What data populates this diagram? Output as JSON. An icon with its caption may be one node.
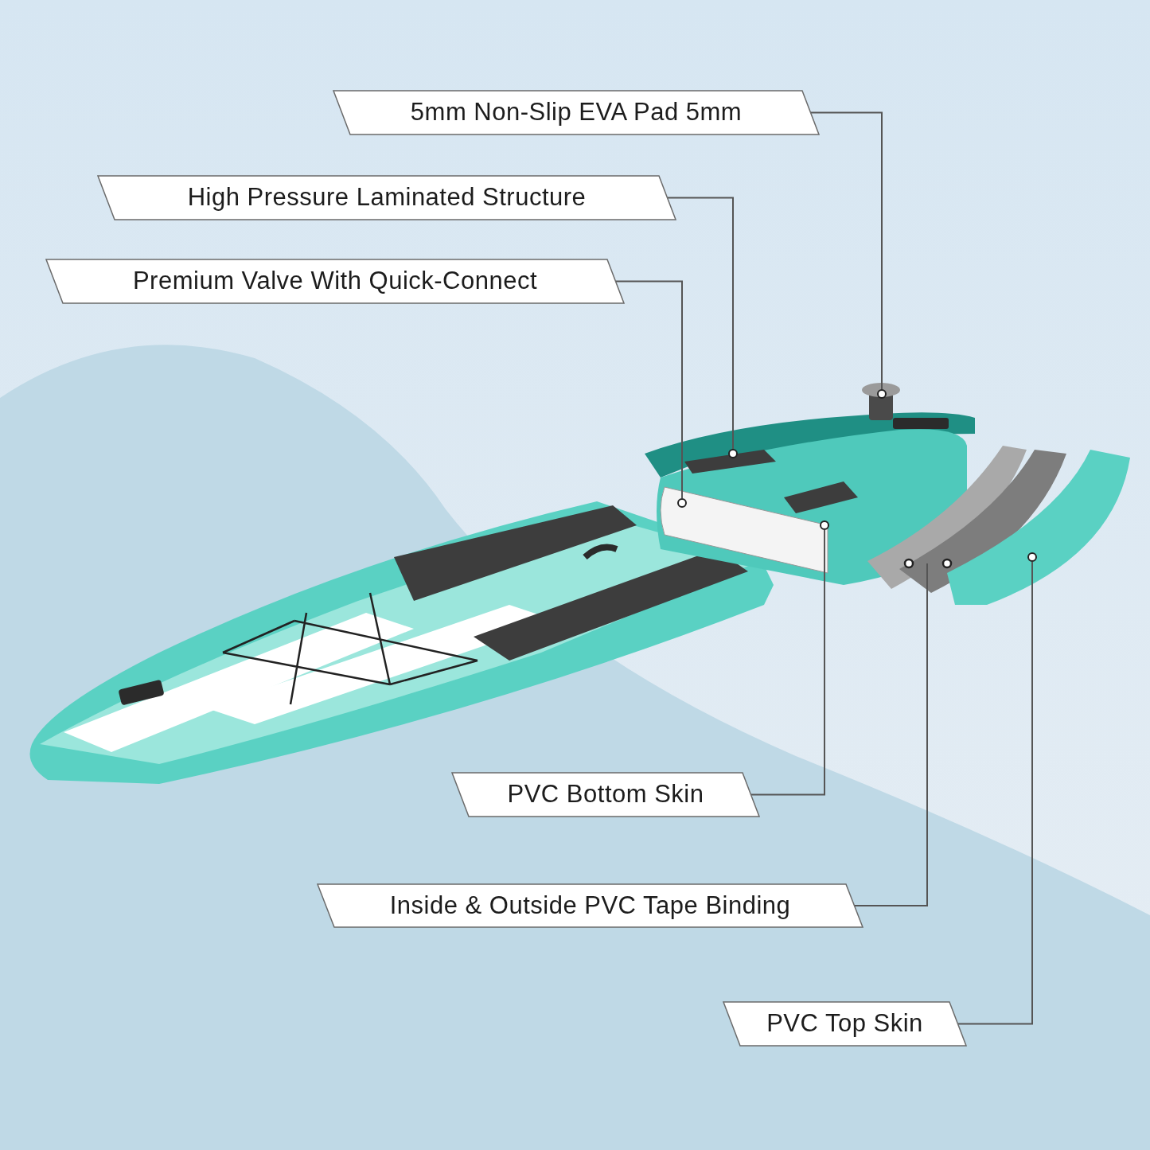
{
  "diagram": {
    "nodes": [
      {
        "text": [
          "5mm Non-Slip EVA Pad 5mm"
        ]
      },
      {
        "text": [
          "High Pressure Laminated Structure"
        ]
      },
      {
        "text": [
          "Premium Valve With Quick-Connect"
        ]
      },
      {
        "text": [
          "PVC Bottom Skin"
        ]
      },
      {
        "text": [
          "Inside & Outside PVC Tape Binding"
        ]
      },
      {
        "text": [
          "PVC Top Skin"
        ]
      },
      {
        "text": [],
        "shape": "circle"
      },
      {
        "text": [],
        "shape": "circle"
      },
      {
        "text": [],
        "shape": "circle"
      },
      {
        "text": [],
        "shape": "circle"
      },
      {
        "text": [],
        "shape": "circle"
      }
    ],
    "edges": [
      {
        "from": 0,
        "to": 6,
        "arrow": "none"
      },
      {
        "from": 1,
        "to": 7,
        "arrow": "none"
      },
      {
        "from": 2,
        "to": 8,
        "arrow": "none"
      },
      {
        "from": 3,
        "to": 9,
        "arrow": "none"
      },
      {
        "from": 4,
        "to": null,
        "arrow": "none"
      },
      {
        "from": 5,
        "to": 10,
        "arrow": "none"
      }
    ]
  }
}
